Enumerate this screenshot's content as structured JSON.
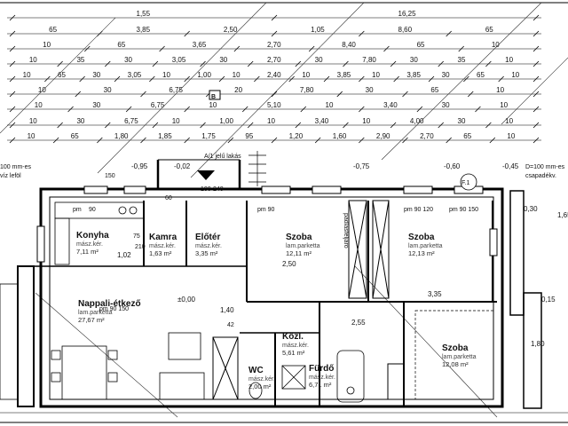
{
  "dimension_rows": [
    [
      "1,55",
      "16,25"
    ],
    [
      "65",
      "3,85",
      "2,50",
      "1,05",
      "8,60",
      "65"
    ],
    [
      "10",
      "65",
      "3,65",
      "2,70",
      "8,40",
      "65",
      "10"
    ],
    [
      "10",
      "35",
      "30",
      "3,05",
      "30",
      "2,70",
      "30",
      "7,80",
      "30",
      "35",
      "10"
    ],
    [
      "10",
      "65",
      "30",
      "3,05",
      "10",
      "1,00",
      "10",
      "2,40",
      "10",
      "3,85",
      "10",
      "3,85",
      "30",
      "65",
      "10"
    ],
    [
      "10",
      "30",
      "6,75",
      "20",
      "7,80",
      "30",
      "65",
      "10"
    ],
    [
      "10",
      "30",
      "6,75",
      "10",
      "5,10",
      "10",
      "3,40",
      "30",
      "10"
    ],
    [
      "10",
      "30",
      "6,75",
      "10",
      "1,00",
      "10",
      "3,40",
      "10",
      "4,00",
      "30",
      "10"
    ],
    [
      "10",
      "65",
      "1,80",
      "1,85",
      "1,75",
      "95",
      "1,20",
      "1,60",
      "2,90",
      "2,70",
      "65",
      "10"
    ]
  ],
  "rooms": [
    {
      "name": "Konyha",
      "floor": "mász.kér.",
      "area": "7,11 m²"
    },
    {
      "name": "Kamra",
      "floor": "mász.kér.",
      "area": "1,63 m²"
    },
    {
      "name": "Előtér",
      "floor": "mász.kér.",
      "area": "3,35 m²"
    },
    {
      "name": "Szoba",
      "floor": "lam.parketta",
      "area": "12,11 m²"
    },
    {
      "name": "Szoba",
      "floor": "lam.parketta",
      "area": "12,13 m²"
    },
    {
      "name": "Nappali-étkező",
      "floor": "lam.parketta",
      "area": "27,67 m²"
    },
    {
      "name": "Közl.",
      "floor": "mász.kér.",
      "area": "5,61 m²"
    },
    {
      "name": "WC",
      "floor": "mász.kér.",
      "area": "2,00 m²"
    },
    {
      "name": "Fürdő",
      "floor": "mász.kér.",
      "area": "6,71 m²"
    },
    {
      "name": "Szoba",
      "floor": "lam.parketta",
      "area": "12,08 m²"
    }
  ],
  "labels": {
    "apartment": "A/1 jelű lakás",
    "section_marker": "B",
    "north_marker": "F.1",
    "left_note": "100 mm-es",
    "left_note2": "víz leföl",
    "right_note": "D=100 mm-es",
    "right_note2": "csapadékv.",
    "floor_level": "±0,00",
    "cupboard": "padlásfeljáró",
    "elev": [
      "-0,95",
      "-0,02",
      "-0,75",
      "-0,60",
      "-0,45"
    ],
    "widths": [
      "2,50",
      "3,35",
      "2,55",
      "1,40",
      "1,02",
      "0,30",
      "0,15",
      "1,80",
      "1,65"
    ],
    "openings": [
      "pm",
      "90",
      "150",
      "60",
      "100",
      "240",
      "75",
      "210",
      "42",
      "pm 90",
      "pm 90 120",
      "pm 90 150",
      "pm 90 150"
    ]
  }
}
